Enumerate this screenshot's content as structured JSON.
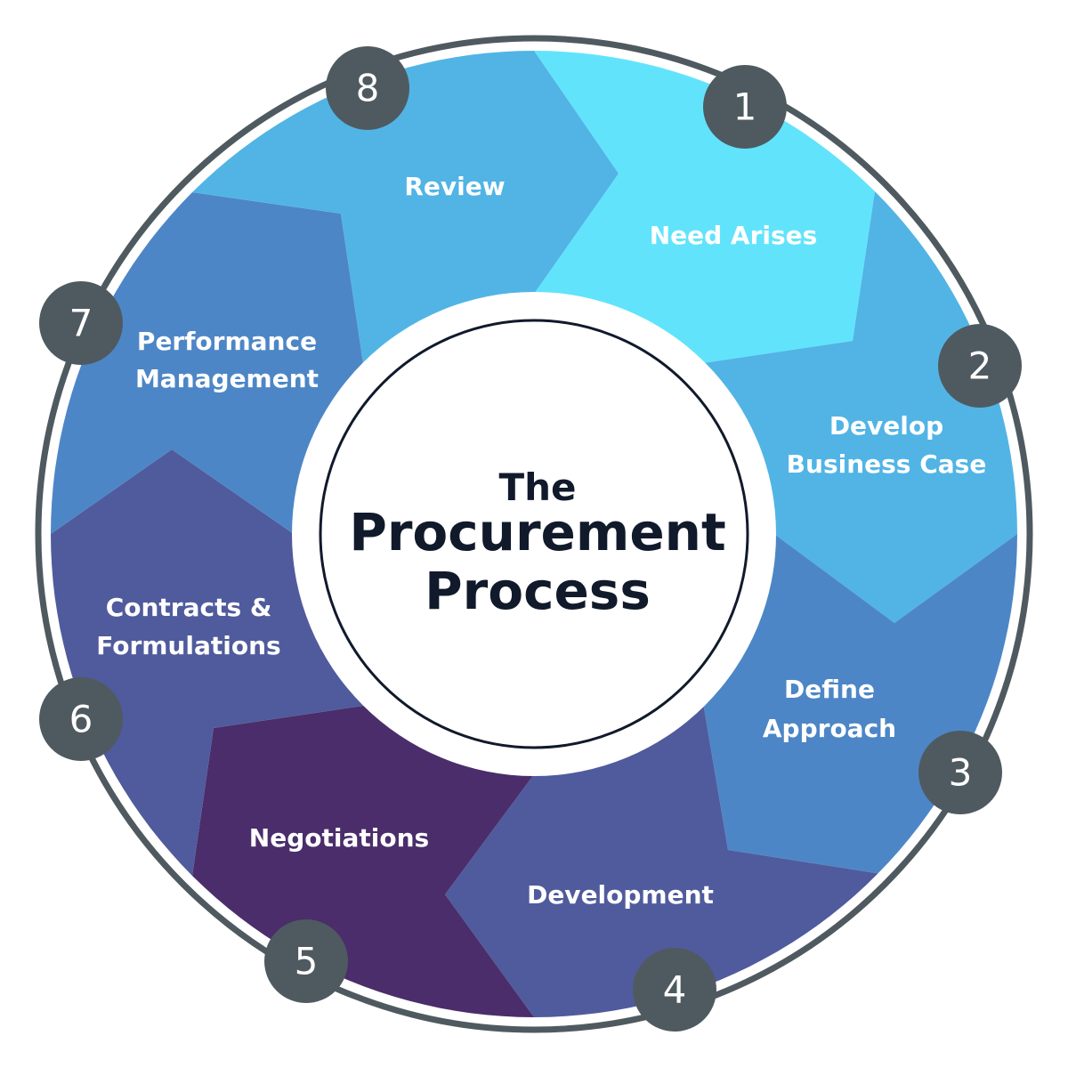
{
  "title": {
    "line1": "The",
    "line2": "Procurement",
    "line3": "Process"
  },
  "steps": [
    {
      "number": "1",
      "label": [
        "Need Arises"
      ],
      "color": "#62e3fc"
    },
    {
      "number": "2",
      "label": [
        "Develop",
        "Business Case"
      ],
      "color": "#51b4e5"
    },
    {
      "number": "3",
      "label": [
        "Define",
        "Approach"
      ],
      "color": "#4d86c6"
    },
    {
      "number": "4",
      "label": [
        "Development"
      ],
      "color": "#4f5b9c"
    },
    {
      "number": "5",
      "label": [
        "Negotiations"
      ],
      "color": "#4a2d6a"
    },
    {
      "number": "6",
      "label": [
        "Contracts &",
        "Formulations"
      ],
      "color": "#4f5b9c"
    },
    {
      "number": "7",
      "label": [
        "Performance",
        "Management"
      ],
      "color": "#4d86c6"
    },
    {
      "number": "8",
      "label": [
        "Review"
      ],
      "color": "#51b4e5"
    }
  ],
  "colors": {
    "ring": "#4f5a60",
    "badge": "#4f5a60",
    "center_border": "#111a2b"
  }
}
